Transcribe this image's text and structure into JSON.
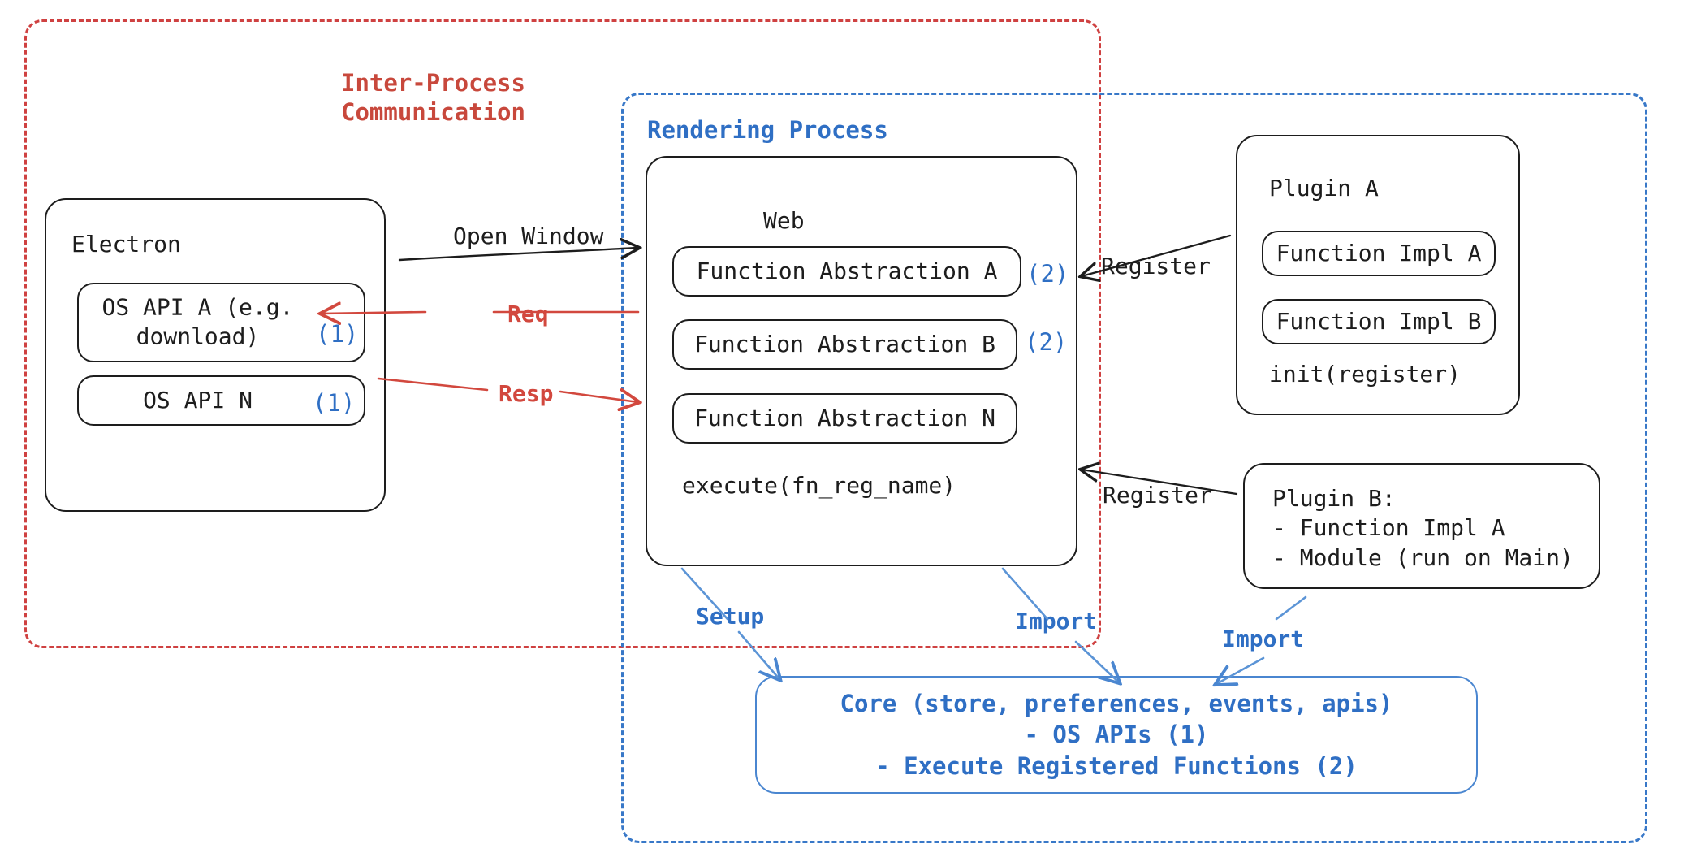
{
  "diagram": {
    "title_hidden": "Electron plugin architecture diagram",
    "colors": {
      "ipc_red": "#c8483c",
      "render_blue": "#2f6fc4",
      "box_black": "#1d1d1d",
      "core_blue_border": "#4a86d0"
    }
  },
  "zones": {
    "ipc": {
      "label": "Inter-Process\nCommunication"
    },
    "render": {
      "label": "Rendering Process"
    }
  },
  "electron": {
    "title": "Electron",
    "apis": [
      {
        "label": "OS API A (e.g.\ndownload)",
        "marker": "(1)"
      },
      {
        "label": "OS API N",
        "marker": "(1)"
      }
    ]
  },
  "web": {
    "title": "Web",
    "abstractions": [
      {
        "label": "Function Abstraction A",
        "marker": "(2)"
      },
      {
        "label": "Function Abstraction B",
        "marker": "(2)"
      },
      {
        "label": "Function Abstraction N",
        "marker": ""
      }
    ],
    "footer": "execute(fn_reg_name)"
  },
  "plugin_a": {
    "title": "Plugin A",
    "impls": [
      "Function Impl A",
      "Function Impl B"
    ],
    "footer": "init(register)"
  },
  "plugin_b": {
    "text": "Plugin B:\n- Function Impl A\n- Module (run on Main)"
  },
  "core": {
    "text": "Core (store, preferences, events, apis)\n- OS APIs (1)\n- Execute Registered Functions (2)"
  },
  "edges": [
    {
      "id": "open-window",
      "label": "Open Window",
      "color": "black"
    },
    {
      "id": "req",
      "label": "Req",
      "color": "red"
    },
    {
      "id": "resp",
      "label": "Resp",
      "color": "red"
    },
    {
      "id": "register-a",
      "label": "Register",
      "color": "black"
    },
    {
      "id": "register-b",
      "label": "Register",
      "color": "black"
    },
    {
      "id": "setup",
      "label": "Setup",
      "color": "blue"
    },
    {
      "id": "import-web",
      "label": "Import",
      "color": "blue"
    },
    {
      "id": "import-plugin-b",
      "label": "Import",
      "color": "blue"
    }
  ]
}
